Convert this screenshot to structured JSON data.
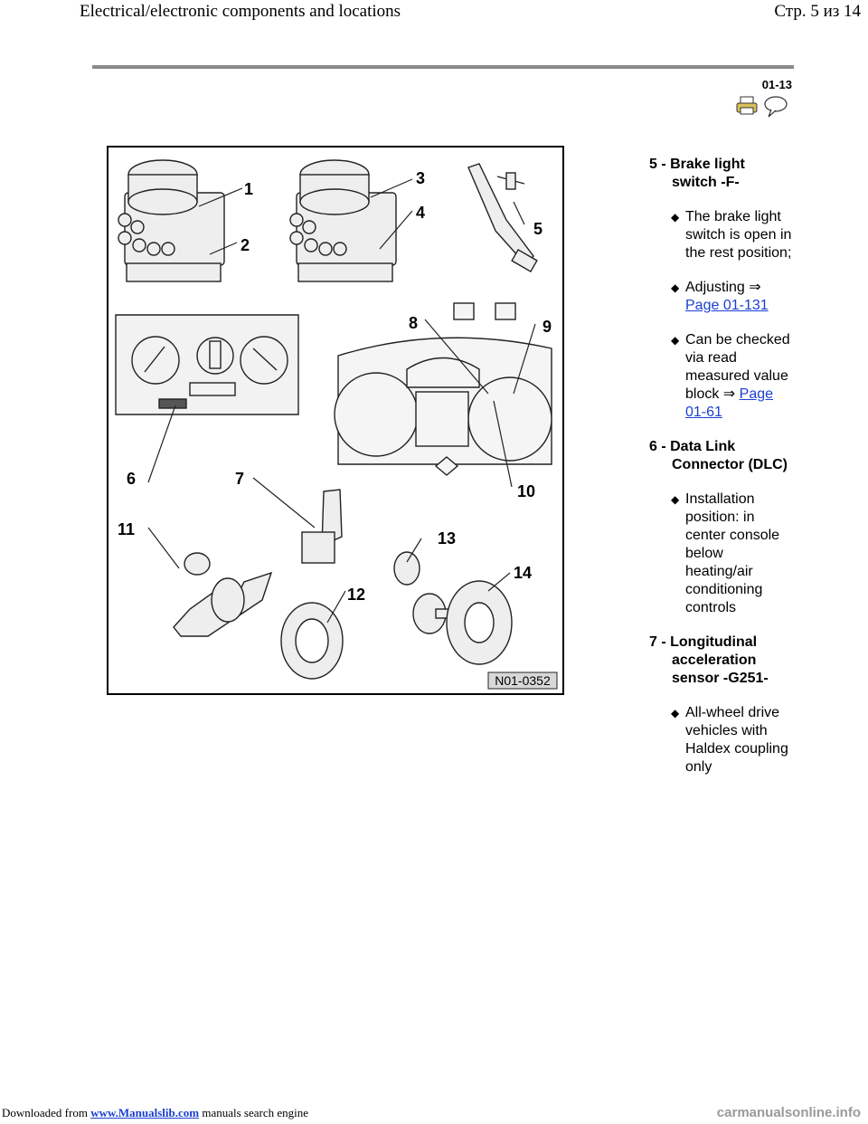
{
  "header": {
    "title": "Electrical/electronic components and locations",
    "page_info": "Стр. 5 из 14"
  },
  "page_number": "01-13",
  "figure": {
    "id": "N01-0352",
    "callouts": [
      "1",
      "2",
      "3",
      "4",
      "5",
      "6",
      "7",
      "8",
      "9",
      "10",
      "11",
      "12",
      "13",
      "14"
    ]
  },
  "items": [
    {
      "title": "5 - Brake light switch -F-",
      "bullets": [
        {
          "text": "The brake light switch is open in the rest position;"
        },
        {
          "text": "Adjusting ⇒ ",
          "link": "Page 01-131"
        },
        {
          "text": "Can be checked via read measured value block ⇒ ",
          "link": "Page 01-61"
        }
      ]
    },
    {
      "title": "6 - Data Link Connector (DLC)",
      "bullets": [
        {
          "text": "Installation position: in center console below heating/air conditioning controls"
        }
      ]
    },
    {
      "title": "7 - Longitudinal acceleration sensor -G251-",
      "bullets": [
        {
          "text": "All-wheel drive vehicles with Haldex coupling only"
        }
      ]
    }
  ],
  "footer": {
    "prefix": "Downloaded from",
    "site": "www.Manualslib.com",
    "suffix": "manuals search engine",
    "watermark": "carmanualsonline.info"
  },
  "icons": [
    "printer-icon",
    "speech-bubble-icon"
  ]
}
